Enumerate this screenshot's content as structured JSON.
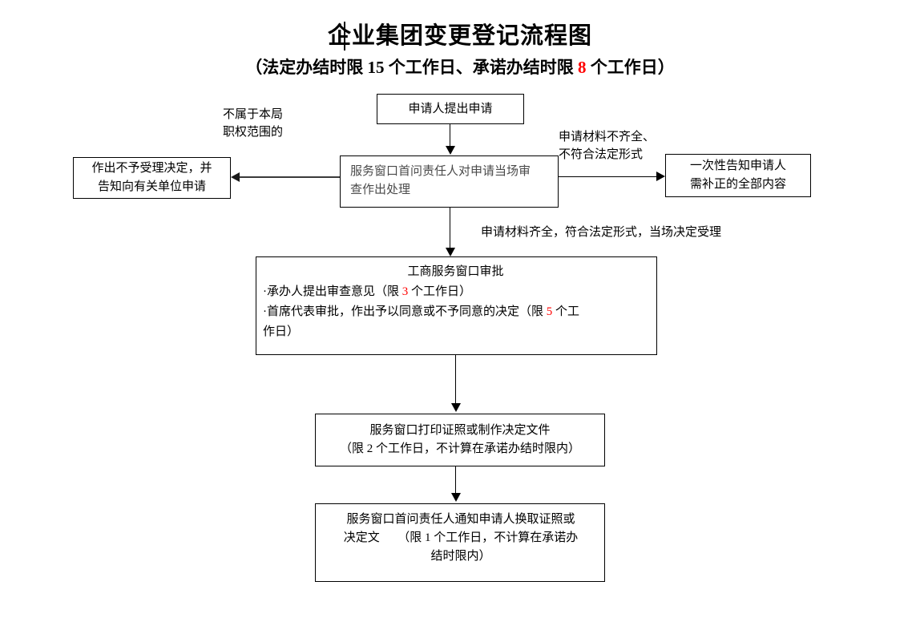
{
  "document": {
    "title": "企业集团变更登记流程图",
    "subtitle_prefix": "（法定办结时限 15 个工作日、承诺办结时限 ",
    "subtitle_red": "8",
    "subtitle_suffix": " 个工作日）"
  },
  "nodes": {
    "apply": {
      "text": "申请人提出申请"
    },
    "reject": {
      "text": "作出不予受理决定，并\n告知向有关单位申请"
    },
    "window": {
      "text": "服务窗口首问责任人对申请当场审\n查作出处理"
    },
    "notify": {
      "text": "一次性告知申请人\n需补正的全部内容"
    },
    "approval": {
      "heading": "工商服务窗口审批",
      "item1_before": "·承办人提出审查意见（限 ",
      "item1_red": "3",
      "item1_after": " 个工作日）",
      "item2_before": "·首席代表审批，作出予以同意或不予同意的决定（限 ",
      "item2_red": "5",
      "item2_after": " 个工\n作日）"
    },
    "print": {
      "text": "服务窗口打印证照或制作决定文件\n（限 2 个工作日，不计算在承诺办结时限内）"
    },
    "deliver": {
      "text": "服务窗口首问责任人通知申请人换取证照或\n决定文　　（限 1 个工作日，不计算在承诺办\n结时限内）"
    }
  },
  "edge_labels": {
    "out_of_scope": "不属于本局\n职权范围的",
    "incomplete": "申请材料不齐全、\n不符合法定形式",
    "complete": "申请材料齐全，符合法定形式，当场决定受理"
  },
  "colors": {
    "accent_red": "#ff0000",
    "line": "#000000",
    "window_text": "#4a4a4a",
    "background": "#ffffff"
  }
}
